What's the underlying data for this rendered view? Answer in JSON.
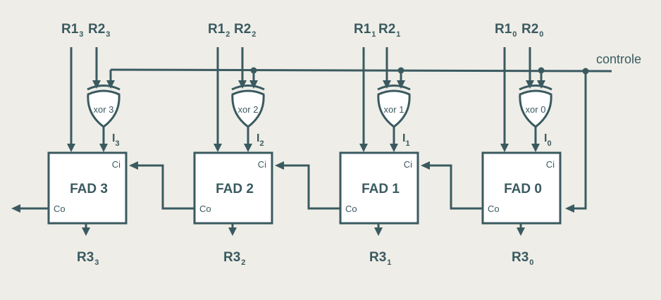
{
  "diagram": {
    "control_label": "controle",
    "color": "#3a5a60",
    "stages": [
      {
        "index": "3",
        "r1": "R1",
        "r1_sub": "3",
        "r2": "R2",
        "r2_sub": "3",
        "gate": "xor 3",
        "i": "I",
        "i_sub": "3",
        "fad": "FAD 3",
        "ci": "Ci",
        "co": "Co",
        "r3": "R3",
        "r3_sub": "3"
      },
      {
        "index": "2",
        "r1": "R1",
        "r1_sub": "2",
        "r2": "R2",
        "r2_sub": "2",
        "gate": "xor 2",
        "i": "I",
        "i_sub": "2",
        "fad": "FAD 2",
        "ci": "Ci",
        "co": "Co",
        "r3": "R3",
        "r3_sub": "2"
      },
      {
        "index": "1",
        "r1": "R1",
        "r1_sub": "1",
        "r2": "R2",
        "r2_sub": "1",
        "gate": "xor 1",
        "i": "I",
        "i_sub": "1",
        "fad": "FAD 1",
        "ci": "Ci",
        "co": "Co",
        "r3": "R3",
        "r3_sub": "1"
      },
      {
        "index": "0",
        "r1": "R1",
        "r1_sub": "0",
        "r2": "R2",
        "r2_sub": "0",
        "gate": "xor 0",
        "i": "I",
        "i_sub": "0",
        "fad": "FAD 0",
        "ci": "Ci",
        "co": "Co",
        "r3": "R3",
        "r3_sub": "0"
      }
    ]
  }
}
